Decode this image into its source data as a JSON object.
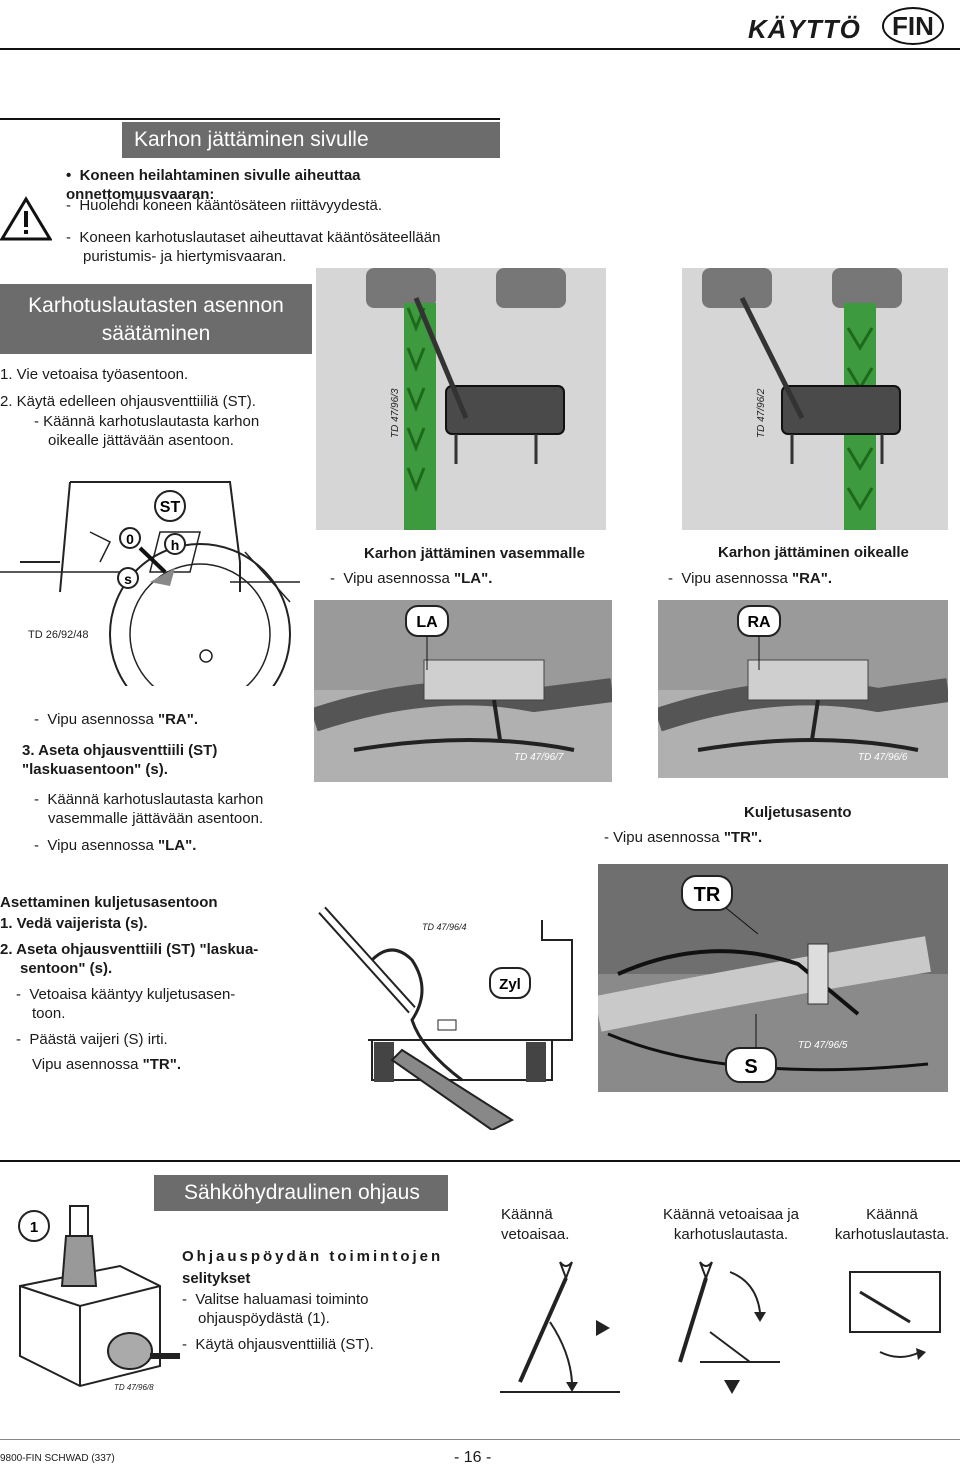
{
  "header": {
    "title": "KÄYTTÖ",
    "lang": "FIN"
  },
  "section1": {
    "title": "Karhon jättäminen sivulle",
    "warning_bullet": "Koneen heilahtaminen sivulle aiheuttaa onnettomuusvaaran:",
    "warning_dash1": "Huolehdi koneen kääntösäteen riittävyydestä.",
    "warning_dash2a": "Koneen karhotuslautaset aiheuttavat kääntösäteellään",
    "warning_dash2b": "puristumis- ja hiertymisvaaran."
  },
  "section2": {
    "title_line1": "Karhotuslautasten asennon",
    "title_line2": "säätäminen",
    "step1": "1. Vie vetoaisa työasentoon.",
    "step2": "2. Käytä edelleen ohjausventtiiliä (ST).",
    "step2_dash_a": "Käännä karhotuslautasta karhon",
    "step2_dash_b": "oikealle jättävään asentoon.",
    "fig_code_left": "TD 47/96/3",
    "fig_code_right": "TD 47/96/2",
    "tractor_code": "TD 26/92/48",
    "tractor_labels": {
      "st": "ST",
      "zero": "0",
      "h": "h",
      "s": "s"
    },
    "left_caption": "Karhon jättäminen vasemmalle",
    "left_lever_prefix": "Vipu asennossa ",
    "left_lever_value": "\"LA\".",
    "right_caption": "Karhon jättäminen oikealle",
    "right_lever_prefix": "Vipu asennossa ",
    "right_lever_value": "\"RA\".",
    "photo_la_label": "LA",
    "photo_ra_label": "RA",
    "photo_la_code": "TD 47/96/7",
    "photo_ra_code": "TD 47/96/6",
    "mid_dash_prefix": "Vipu asennossa ",
    "mid_dash_value": "\"RA\".",
    "step3_a": "3. Aseta ohjausventtiili (ST)",
    "step3_b": "\"laskuasentoon\" (s).",
    "step3_dash1_a": "Käännä karhotuslautasta karhon",
    "step3_dash1_b": "vasemmalle jättävään asentoon.",
    "step3_dash2_prefix": "Vipu asennossa ",
    "step3_dash2_value": "\"LA\".",
    "transport_caption": "Kuljetusasento",
    "transport_lever_prefix": "Vipu asennossa ",
    "transport_lever_value": "\"TR\"."
  },
  "section3": {
    "title": "Asettaminen kuljetusasentoon",
    "step1": "1. Vedä vaijerista (s).",
    "step2_a": "2. Aseta ohjausventtiili (ST) \"laskua-",
    "step2_b": "sentoon\" (s).",
    "dash1_a": "Vetoaisa kääntyy kuljetusasen-",
    "dash1_b": "toon.",
    "dash2": "Päästä vaijeri (S) irti.",
    "lever_prefix": "Vipu asennossa ",
    "lever_value": "\"TR\".",
    "diagram_code": "TD 47/96/4",
    "diagram_label": "Zyl",
    "photo_tr_label": "TR",
    "photo_s_label": "S",
    "photo_code": "TD 47/96/5"
  },
  "section4": {
    "title": "Sähköhydraulinen ohjaus",
    "subtitle_a": "Ohjauspöydän toimintojen",
    "subtitle_b": "selitykset",
    "dash1_a": "Valitse haluamasi toiminto",
    "dash1_b": "ohjauspöydästä (1).",
    "dash2": "Käytä ohjausventtiiliä (ST).",
    "console_number": "1",
    "console_code": "TD 47/96/8",
    "fig1_caption_a": "Käännä",
    "fig1_caption_b": "vetoaisaa.",
    "fig2_caption_a": "Käännä vetoaisaa ja",
    "fig2_caption_b": "karhotuslautasta.",
    "fig3_caption_a": "Käännä",
    "fig3_caption_b": "karhotuslautasta."
  },
  "footer": {
    "doc_code": "9800-FIN SCHWAD (337)",
    "page": "- 16 -"
  }
}
